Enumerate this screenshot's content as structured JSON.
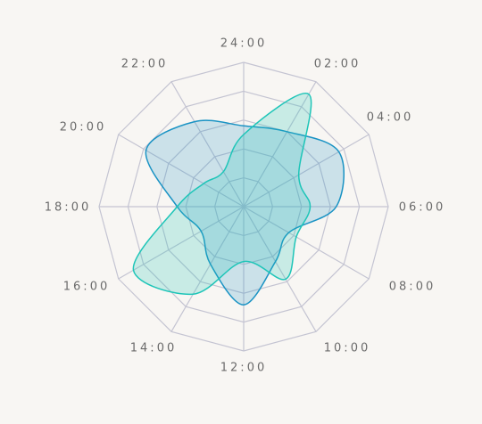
{
  "chart_data": {
    "type": "radar",
    "categories": [
      "24:00",
      "02:00",
      "04:00",
      "06:00",
      "08:00",
      "10:00",
      "12:00",
      "14:00",
      "16:00",
      "18:00",
      "20:00",
      "22:00"
    ],
    "rmax": 5,
    "grid_levels": 5,
    "grid": true,
    "series": [
      {
        "color": "#1a93c4",
        "fill": "#1a93c4",
        "fill_opacity": 0.2,
        "values": [
          2.8,
          3.0,
          3.8,
          3.2,
          1.8,
          2.2,
          3.4,
          2.3,
          1.7,
          2.3,
          3.9,
          3.4
        ]
      },
      {
        "color": "#1ec5b8",
        "fill": "#1ec5b8",
        "fill_opacity": 0.22,
        "values": [
          2.5,
          4.5,
          2.2,
          2.3,
          2.1,
          2.9,
          1.9,
          3.5,
          4.4,
          2.3,
          1.6,
          1.4
        ]
      }
    ]
  }
}
